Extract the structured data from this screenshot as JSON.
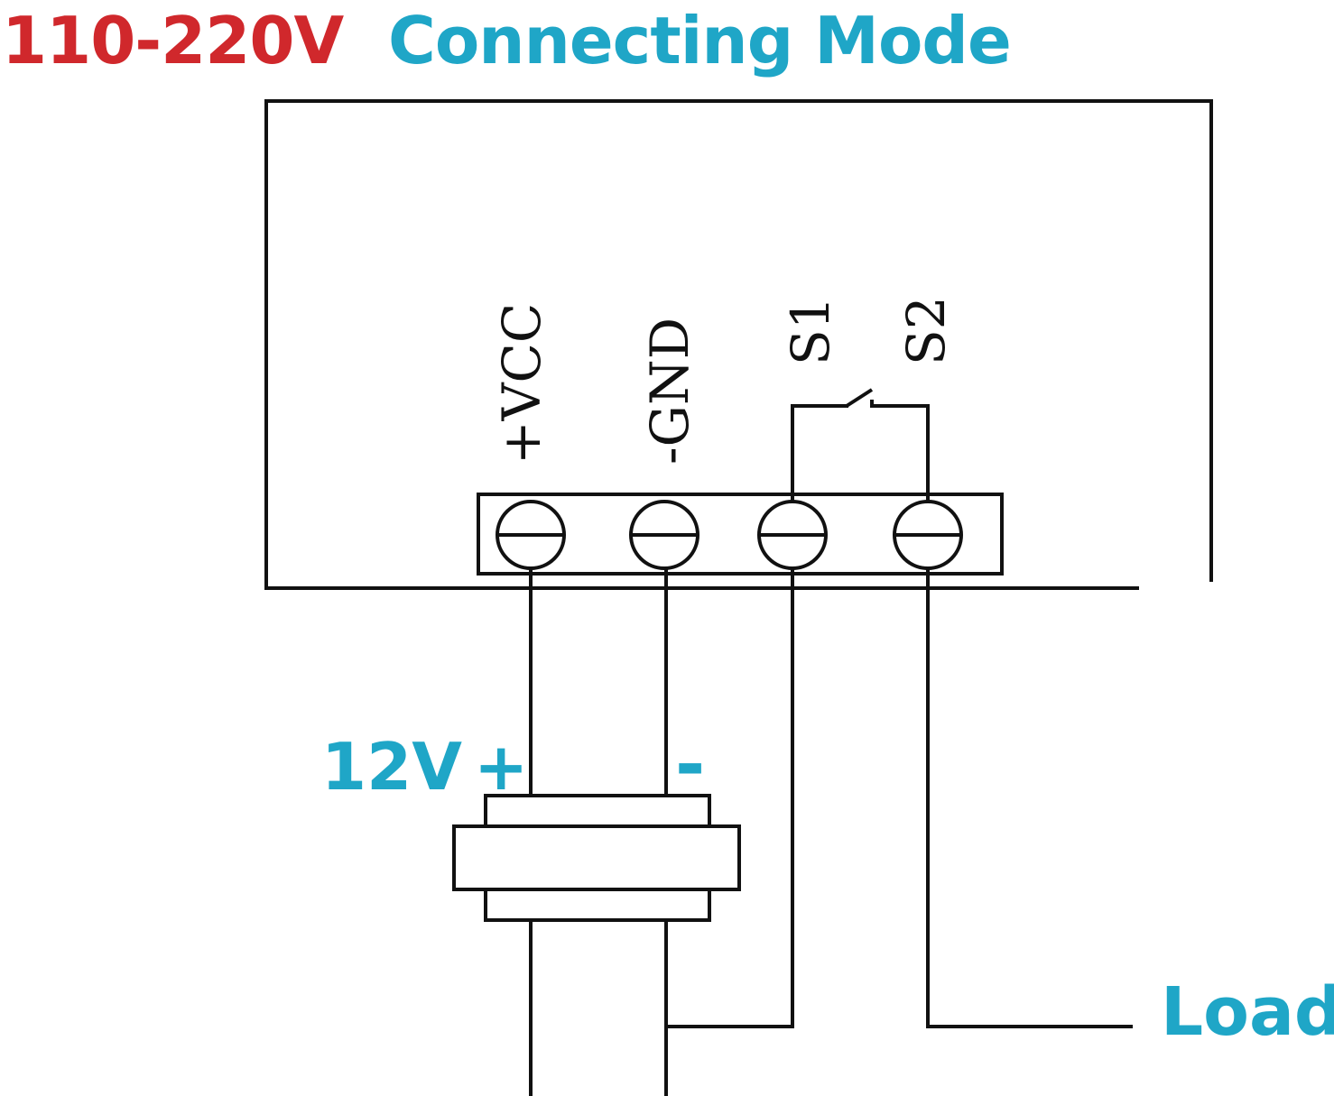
{
  "title": {
    "voltage": "110-220V",
    "mode": "Connecting Mode"
  },
  "terminals": {
    "vcc": "+VCC",
    "gnd": "-GND",
    "s1": "S1",
    "s2": "S2"
  },
  "power_supply": {
    "voltage": "12V",
    "plus": "+",
    "minus": "-"
  },
  "load_label": "Load",
  "colors": {
    "voltage_red": "#d0282c",
    "accent_blue": "#1fa6c7",
    "line": "#111111"
  }
}
